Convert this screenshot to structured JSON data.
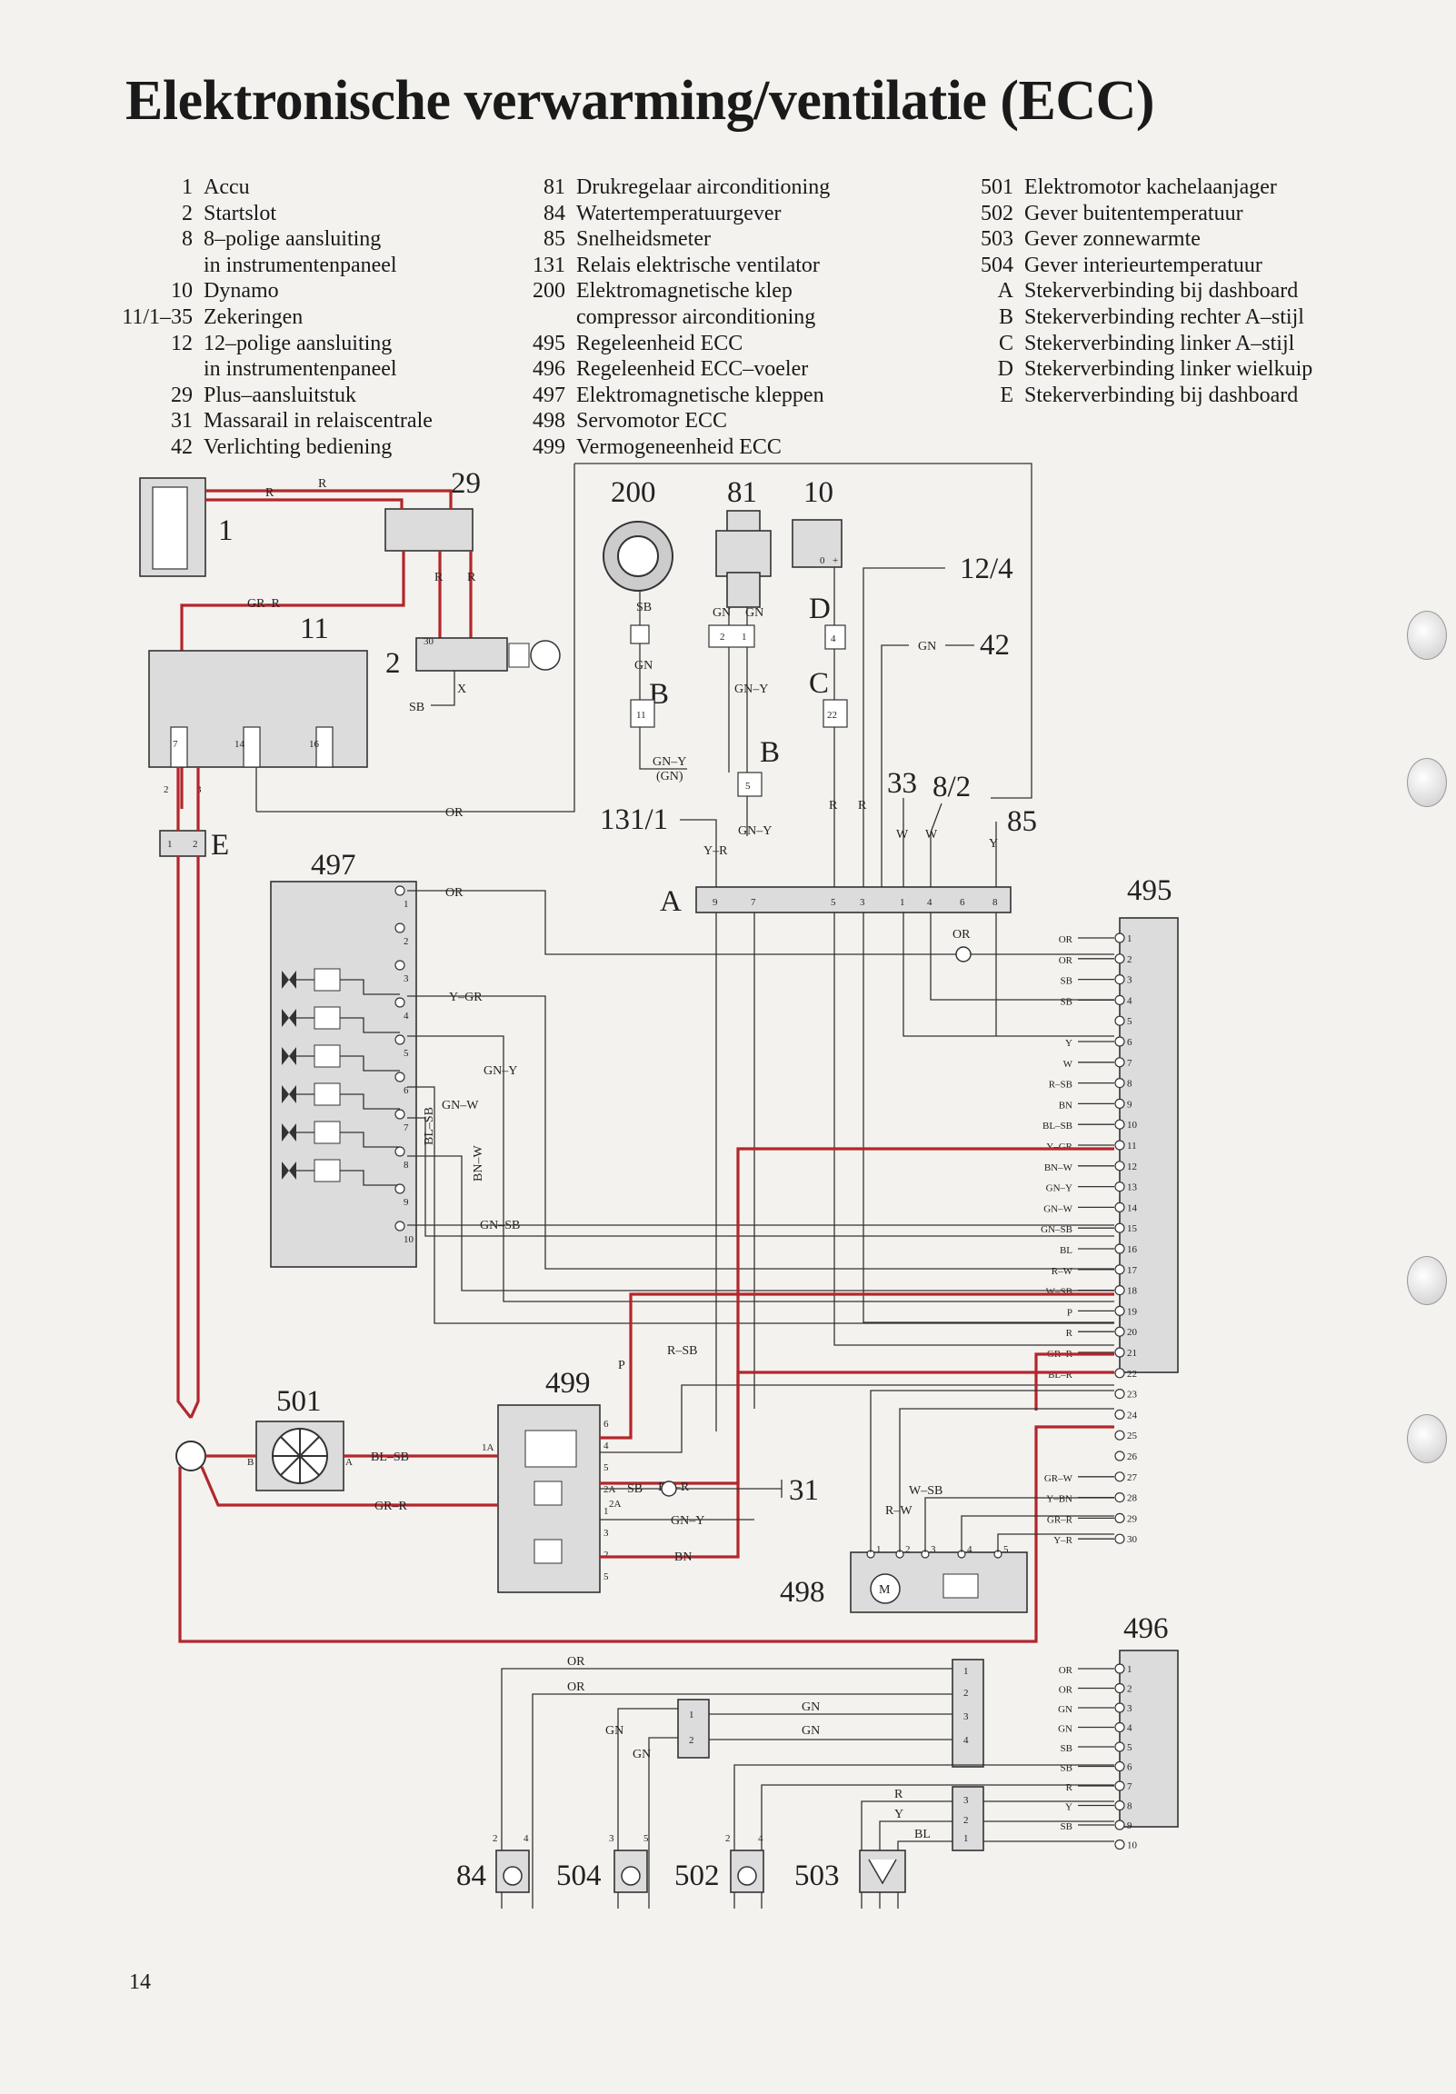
{
  "page": {
    "title": "Elektronische verwarming/ventilatie (ECC)",
    "page_number": "14"
  },
  "legend_col1": [
    {
      "num": "1",
      "text": "Accu"
    },
    {
      "num": "2",
      "text": "Startslot"
    },
    {
      "num": "8",
      "text": "8–polige aansluiting"
    },
    {
      "num": "",
      "text": "in instrumentenpaneel"
    },
    {
      "num": "10",
      "text": "Dynamo"
    },
    {
      "num": "11/1–35",
      "text": "Zekeringen"
    },
    {
      "num": "12",
      "text": "12–polige aansluiting"
    },
    {
      "num": "",
      "text": "in instrumentenpaneel"
    },
    {
      "num": "29",
      "text": "Plus–aansluitstuk"
    },
    {
      "num": "31",
      "text": "Massarail in relaiscentrale"
    },
    {
      "num": "42",
      "text": "Verlichting bediening"
    }
  ],
  "legend_col2": [
    {
      "num": "81",
      "text": "Drukregelaar airconditioning"
    },
    {
      "num": "84",
      "text": "Watertemperatuurgever"
    },
    {
      "num": "85",
      "text": "Snelheidsmeter"
    },
    {
      "num": "131",
      "text": "Relais elektrische ventilator"
    },
    {
      "num": "200",
      "text": "Elektromagnetische klep"
    },
    {
      "num": "",
      "text": "compressor airconditioning"
    },
    {
      "num": "495",
      "text": "Regeleenheid ECC"
    },
    {
      "num": "496",
      "text": "Regeleenheid ECC–voeler"
    },
    {
      "num": "497",
      "text": "Elektromagnetische kleppen"
    },
    {
      "num": "498",
      "text": "Servomotor ECC"
    },
    {
      "num": "499",
      "text": "Vermogeneenheid ECC"
    }
  ],
  "legend_col3": [
    {
      "num": "501",
      "text": "Elektromotor kachelaanjager"
    },
    {
      "num": "502",
      "text": "Gever buitentemperatuur"
    },
    {
      "num": "503",
      "text": "Gever zonnewarmte"
    },
    {
      "num": "504",
      "text": "Gever interieurtemperatuur"
    },
    {
      "num": "",
      "text": ""
    },
    {
      "num": "A",
      "text": "Stekerverbinding bij dashboard"
    },
    {
      "num": "B",
      "text": "Stekerverbinding rechter A–stijl"
    },
    {
      "num": "C",
      "text": "Stekerverbinding linker A–stijl"
    },
    {
      "num": "D",
      "text": "Stekerverbinding linker wielkuip"
    },
    {
      "num": "E",
      "text": "Stekerverbinding bij dashboard"
    }
  ],
  "diagram": {
    "component_labels": {
      "c1": "1",
      "c2": "2",
      "c11": "11",
      "c29": "29",
      "c200": "200",
      "c81": "81",
      "c10": "10",
      "c12_4": "12/4",
      "c42": "42",
      "c33": "33",
      "c8_2": "8/2",
      "c85": "85",
      "c131_1": "131/1",
      "c497": "497",
      "c495": "495",
      "c499": "499",
      "c501": "501",
      "c498": "498",
      "c31": "31",
      "c496": "496",
      "c84": "84",
      "c504": "504",
      "c502": "502",
      "c503": "503",
      "A": "A",
      "B1": "B",
      "B2": "B",
      "C": "C",
      "D": "D",
      "E": "E"
    },
    "wire_codes": {
      "R": "R",
      "GR_R": "GR–R",
      "SB": "SB",
      "OR": "OR",
      "GN": "GN",
      "GN_Y": "GN–Y",
      "GN_Y_GN": "(GN)",
      "Y_R": "Y–R",
      "W": "W",
      "Y": "Y",
      "Y_GR": "Y–GR",
      "GN_W": "GN–W",
      "BL_SB": "BL–SB",
      "BN_W": "BN–W",
      "GN_SB": "GN–SB",
      "R_SB": "R–SB",
      "P": "P",
      "BL_R": "BL–R",
      "BN": "BN",
      "W_SB": "W–SB",
      "R_W": "R–W",
      "X": "X",
      "BL": "BL",
      "M": "M",
      "Aa": "A",
      "Bb": "B",
      "IA": "1A",
      "TwoA": "2A",
      "Zero": "0",
      "Plus": "+",
      "Thirty": "30"
    },
    "connector_a_pins": [
      "9",
      "7",
      "5",
      "3",
      "1",
      "4",
      "6",
      "8"
    ],
    "connector_497_pins": [
      "1",
      "2",
      "3",
      "4",
      "5",
      "6",
      "7",
      "8",
      "9",
      "10"
    ],
    "connector_495_pins": [
      "1",
      "2",
      "3",
      "4",
      "5",
      "6",
      "7",
      "8",
      "9",
      "10",
      "11",
      "12",
      "13",
      "14",
      "15",
      "16",
      "17",
      "18",
      "19",
      "20",
      "21",
      "22",
      "23",
      "24",
      "25",
      "26",
      "27",
      "28",
      "29",
      "30"
    ],
    "wires_495": [
      "OR",
      "OR",
      "SB",
      "SB",
      "",
      "Y",
      "W",
      "R–SB",
      "BN",
      "BL–SB",
      "Y–GR",
      "BN–W",
      "GN–Y",
      "GN–W",
      "GN–SB",
      "BL",
      "R–W",
      "W–SB",
      "P",
      "R",
      "GR–R",
      "BL–R",
      "",
      "",
      "",
      "",
      "GR–W",
      "Y–BN",
      "GR–R",
      "Y–R"
    ],
    "connector_496_pins": [
      "1",
      "2",
      "3",
      "4",
      "5",
      "6",
      "7",
      "8",
      "9",
      "10"
    ],
    "wires_496": [
      "OR",
      "OR",
      "GN",
      "GN",
      "SB",
      "SB",
      "R",
      "Y",
      "SB",
      ""
    ],
    "connector_499_pins": [
      "6",
      "4",
      "5",
      "2A",
      "1",
      "3",
      "2",
      "5"
    ],
    "small_pins": {
      "p11a": "7",
      "p11b": "14",
      "p11c": "16",
      "p11d": "2",
      "p11e": "3",
      "pE1": "1",
      "pE2": "2",
      "pSB": "11",
      "pGN21": "2",
      "pGN1": "1",
      "pD": "4",
      "pC": "22",
      "pB5": "5",
      "p496a1": "1",
      "p496a2": "2",
      "p496a3": "3",
      "p496a4": "4",
      "p496b1": "1",
      "p496b2": "2",
      "p496c1": "3",
      "p496c2": "2",
      "p496c3": "1",
      "p498_1": "1",
      "p498_2": "2",
      "p498_3": "3",
      "p498_4": "4",
      "p498_5": "5",
      "s84a": "2",
      "s84b": "4",
      "s504a": "3",
      "s504b": "5",
      "s502a": "2",
      "s502b": "4"
    }
  }
}
